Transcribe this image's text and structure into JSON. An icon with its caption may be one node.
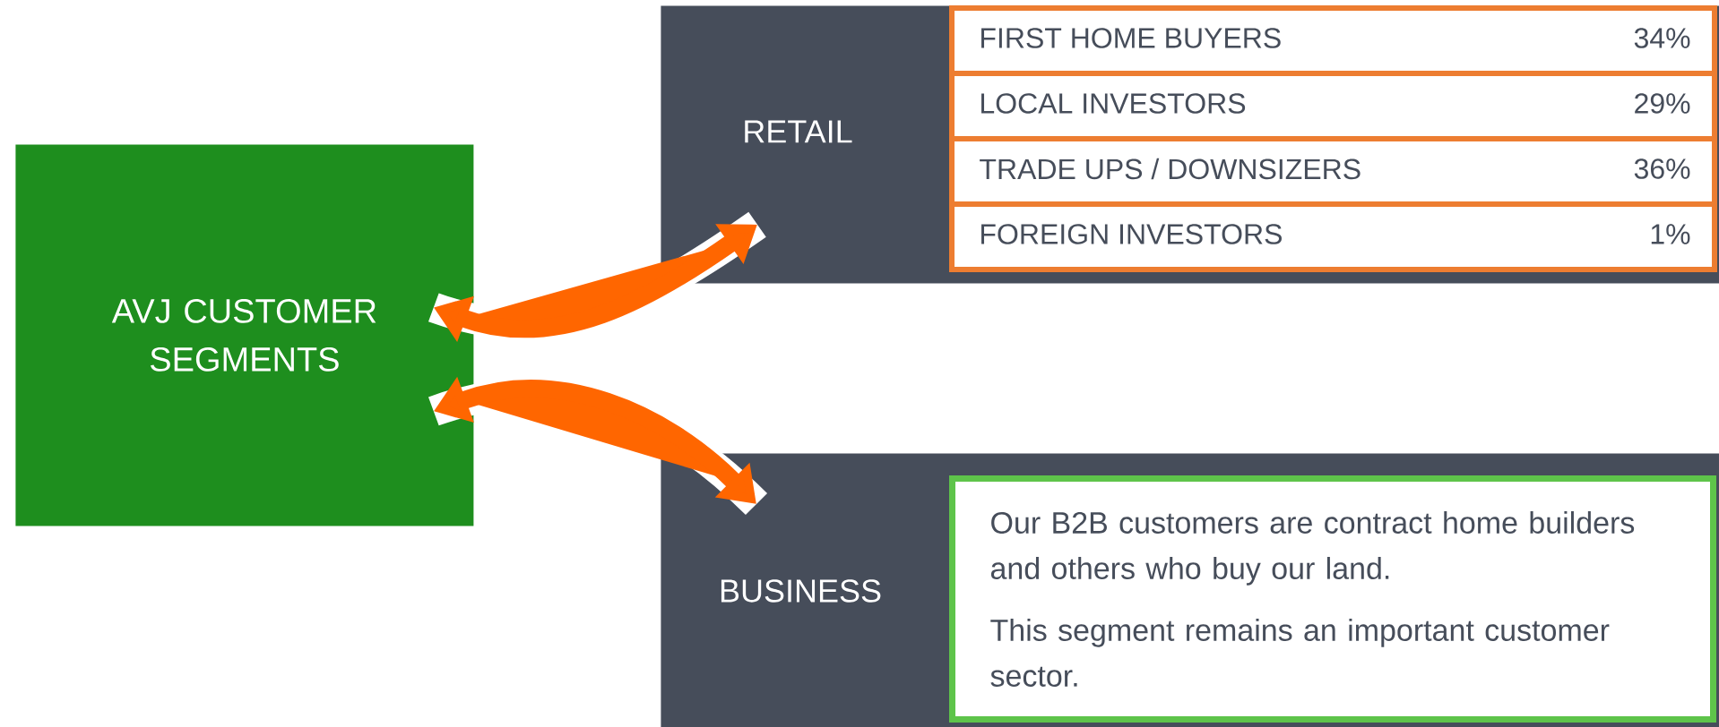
{
  "diagram": {
    "nodes": [
      {
        "text": [
          "AVJ CUSTOMER SEGMENTS"
        ]
      },
      {
        "text": [
          "RETAIL"
        ]
      },
      {
        "text": [
          "FIRST HOME BUYERS",
          "34%"
        ],
        "in": 1
      },
      {
        "text": [
          "LOCAL INVESTORS",
          "29%"
        ],
        "in": 1
      },
      {
        "text": [
          "TRADE UPS / DOWNSIZERS",
          "36%"
        ],
        "in": 1
      },
      {
        "text": [
          "FOREIGN INVESTORS",
          "1%"
        ],
        "in": 1
      },
      {
        "text": [
          "BUSINESS"
        ]
      },
      {
        "text": [
          "Our B2B customers are contract home builders and others who buy our land.",
          "This segment remains an important customer sector."
        ],
        "in": 6
      }
    ],
    "edges": [
      {
        "from": 0,
        "to": 1,
        "arrow": "both"
      },
      {
        "from": 0,
        "to": 6,
        "arrow": "both"
      }
    ]
  }
}
